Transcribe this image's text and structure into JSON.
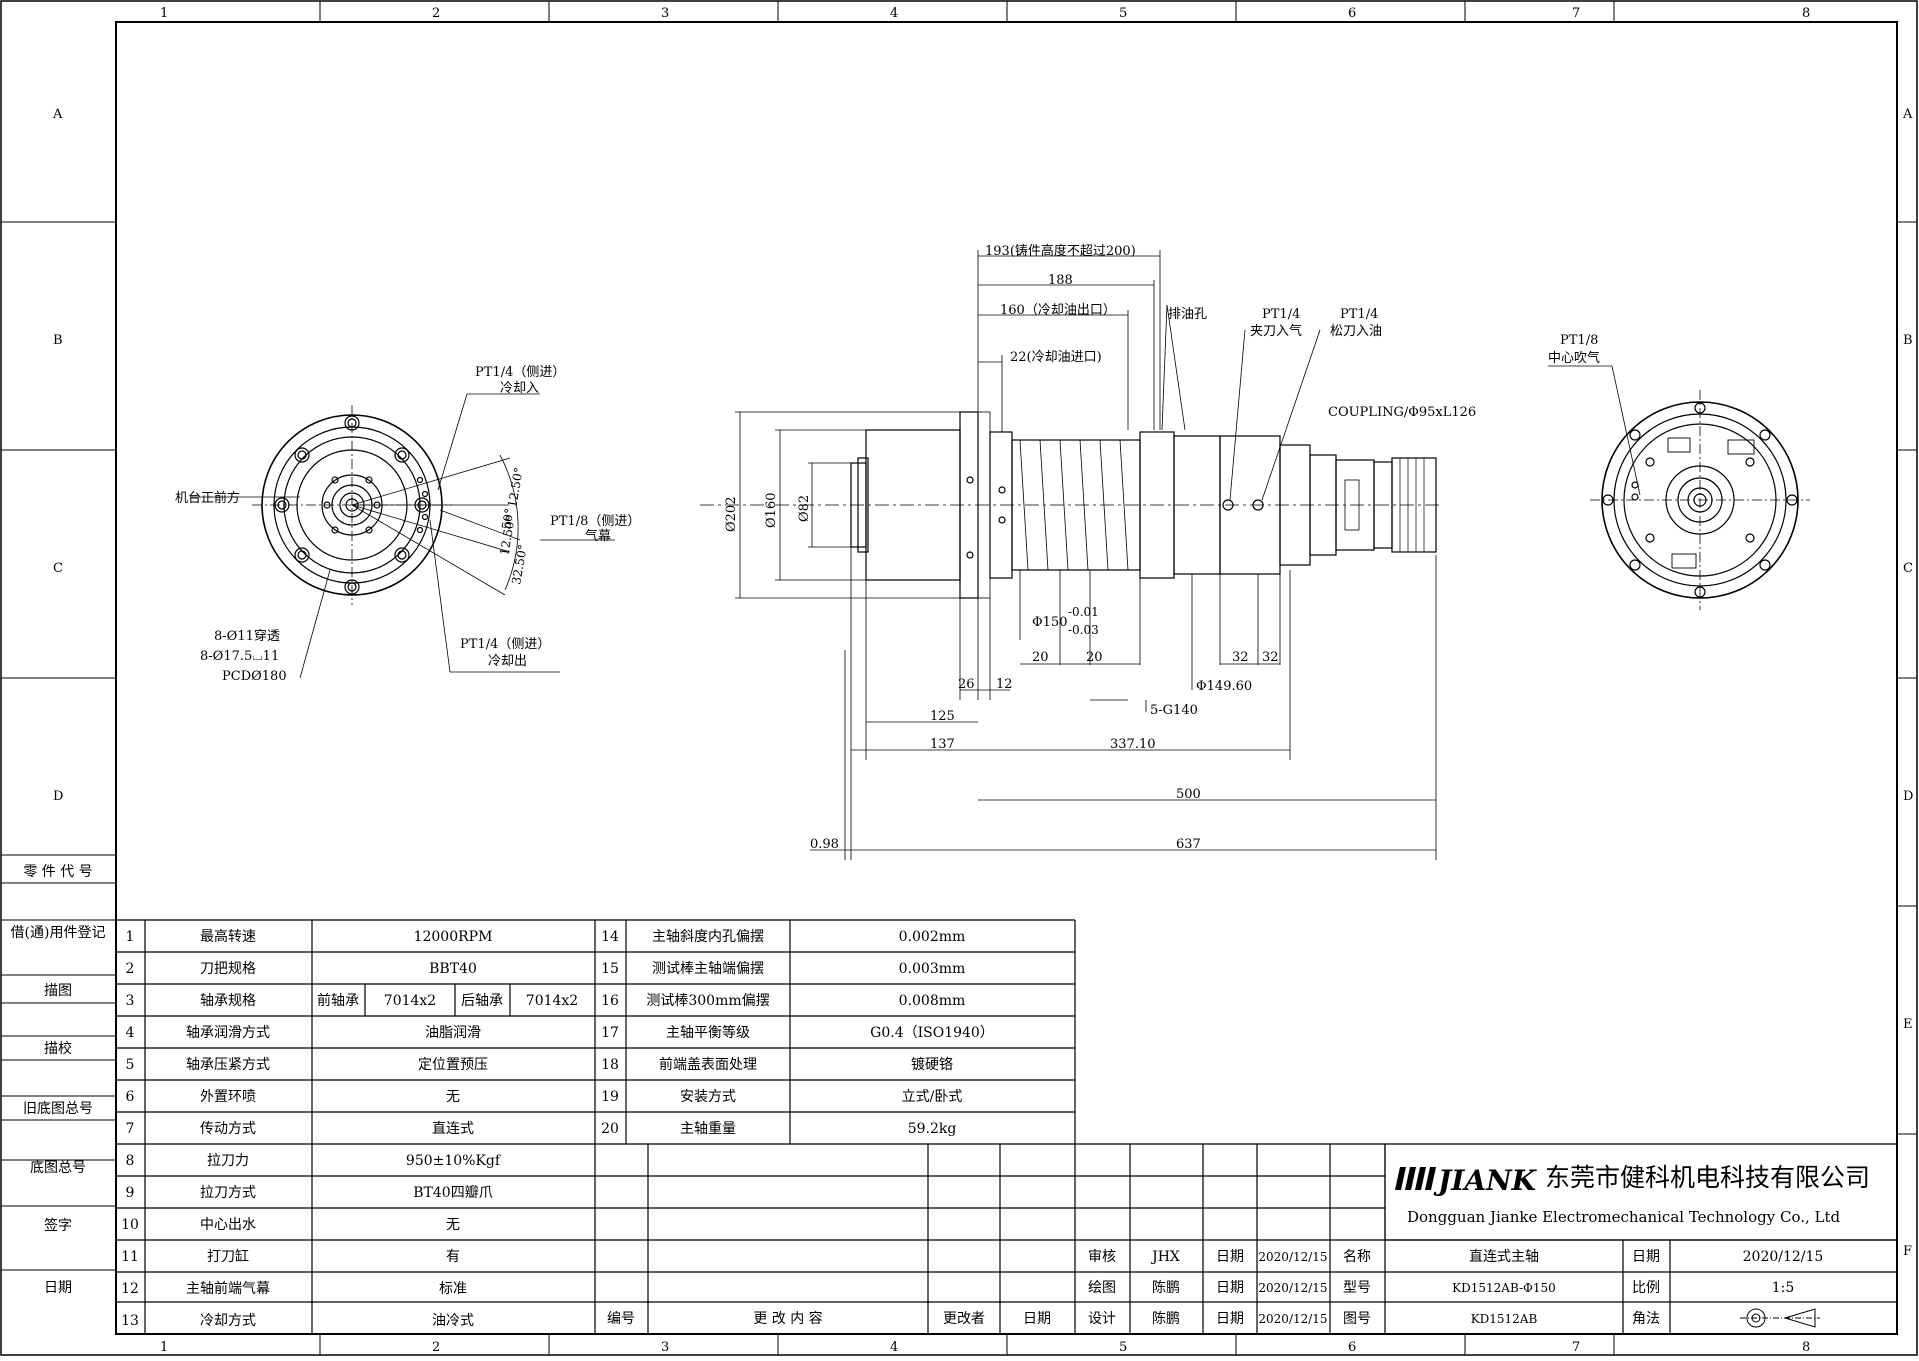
{
  "frame": {
    "col_labels": [
      "1",
      "2",
      "3",
      "4",
      "5",
      "6",
      "7",
      "8"
    ],
    "row_labels": [
      "A",
      "B",
      "C",
      "D",
      "E",
      "F"
    ]
  },
  "left_strip": {
    "part_code": "零 件 代 号",
    "borrow_register": "借(通)用件登记",
    "trace": "描图",
    "trace_check": "描校",
    "old_base_no": "旧底图总号",
    "base_no": "底图总号",
    "signature": "签字",
    "date": "日期"
  },
  "front_view": {
    "pt_coolant_in_1": "PT1/4（侧进）",
    "pt_coolant_in_2": "冷却入",
    "pt_air_1": "PT1/8（侧进）",
    "pt_air_2": "气幕",
    "pt_coolant_out_1": "PT1/4（侧进）",
    "pt_coolant_out_2": "冷却出",
    "machine_front": "机台正前方",
    "holes_1": "8-Ø11穿透",
    "holes_2": "8-Ø17.5⌴11",
    "pcd": "PCDØ180",
    "angle_1": "12.50°",
    "angle_2": "50°",
    "angle_3": "12.50°",
    "angle_4": "32.50°"
  },
  "side_view": {
    "d_193": "193(铸件高度不超过200)",
    "d_188": "188",
    "d_160": "160（冷却油出口）",
    "d_22": "22(冷却油进口)",
    "drain": "排油孔",
    "clamp_1": "PT1/4",
    "clamp_2": "夹刀入气",
    "release_1": "PT1/4",
    "release_2": "松刀入油",
    "coupling": "COUPLING/Φ95xL126",
    "dia_202": "Ø202",
    "dia_160": "Ø160",
    "dia_82": "Ø82",
    "dia_150": "Φ150",
    "tol_up": "-0.01",
    "tol_low": "-0.03",
    "d_20a": "20",
    "d_20b": "20",
    "d_32a": "32",
    "d_32b": "32",
    "dia_149": "Φ149.60",
    "d_26": "26",
    "d_12": "12",
    "g140": "5-G140",
    "d_125": "125",
    "d_137": "137",
    "d_337": "337.10",
    "d_500": "500",
    "d_098": "0.98",
    "d_637": "637"
  },
  "rear_view": {
    "pt_1": "PT1/8",
    "pt_2": "中心吹气"
  },
  "spec_left": [
    {
      "no": "1",
      "name": "最高转速",
      "value": "12000RPM"
    },
    {
      "no": "2",
      "name": "刀把规格",
      "value": "BBT40"
    },
    {
      "no": "3",
      "name": "轴承规格",
      "value": ""
    },
    {
      "no": "4",
      "name": "轴承润滑方式",
      "value": "油脂润滑"
    },
    {
      "no": "5",
      "name": "轴承压紧方式",
      "value": "定位置预压"
    },
    {
      "no": "6",
      "name": "外置环喷",
      "value": "无"
    },
    {
      "no": "7",
      "name": "传动方式",
      "value": "直连式"
    },
    {
      "no": "8",
      "name": "拉刀力",
      "value": "950±10%Kgf"
    },
    {
      "no": "9",
      "name": "拉刀方式",
      "value": "BT40四瓣爪"
    },
    {
      "no": "10",
      "name": "中心出水",
      "value": "无"
    },
    {
      "no": "11",
      "name": "打刀缸",
      "value": "有"
    },
    {
      "no": "12",
      "name": "主轴前端气幕",
      "value": "标准"
    },
    {
      "no": "13",
      "name": "冷却方式",
      "value": "油冷式"
    }
  ],
  "bearing": {
    "front_label": "前轴承",
    "front_value": "7014x2",
    "rear_label": "后轴承",
    "rear_value": "7014x2"
  },
  "spec_right": [
    {
      "no": "14",
      "name": "主轴斜度内孔偏摆",
      "value": "0.002mm"
    },
    {
      "no": "15",
      "name": "测试棒主轴端偏摆",
      "value": "0.003mm"
    },
    {
      "no": "16",
      "name": "测试棒300mm偏摆",
      "value": "0.008mm"
    },
    {
      "no": "17",
      "name": "主轴平衡等级",
      "value": "G0.4（ISO1940）"
    },
    {
      "no": "18",
      "name": "前端盖表面处理",
      "value": "镀硬铬"
    },
    {
      "no": "19",
      "name": "安装方式",
      "value": "立式/卧式"
    },
    {
      "no": "20",
      "name": "主轴重量",
      "value": "59.2kg"
    }
  ],
  "change_block": {
    "no": "编号",
    "content": "更 改 内 容",
    "changer": "更改者",
    "date": "日期"
  },
  "title_block": {
    "logo": "JIANK",
    "company_cn": "东莞市健科机电科技有限公司",
    "company_en": "Dongguan Jianke Electromechanical Technology Co., Ltd",
    "review": "审核",
    "review_name": "JHX",
    "drawing": "绘图",
    "drawing_name": "陈鹏",
    "design": "设计",
    "design_name": "陈鹏",
    "date_label": "日期",
    "date1": "2020/12/15",
    "date2": "2020/12/15",
    "date3": "2020/12/15",
    "name_label": "名称",
    "name_value": "直连式主轴",
    "model_label": "型号",
    "model_value": "KD1512AB-Φ150",
    "dwg_label": "图号",
    "dwg_value": "KD1512AB",
    "date_label2": "日期",
    "date_value": "2020/12/15",
    "scale_label": "比例",
    "scale_value": "1:5",
    "angle_label": "角法"
  }
}
